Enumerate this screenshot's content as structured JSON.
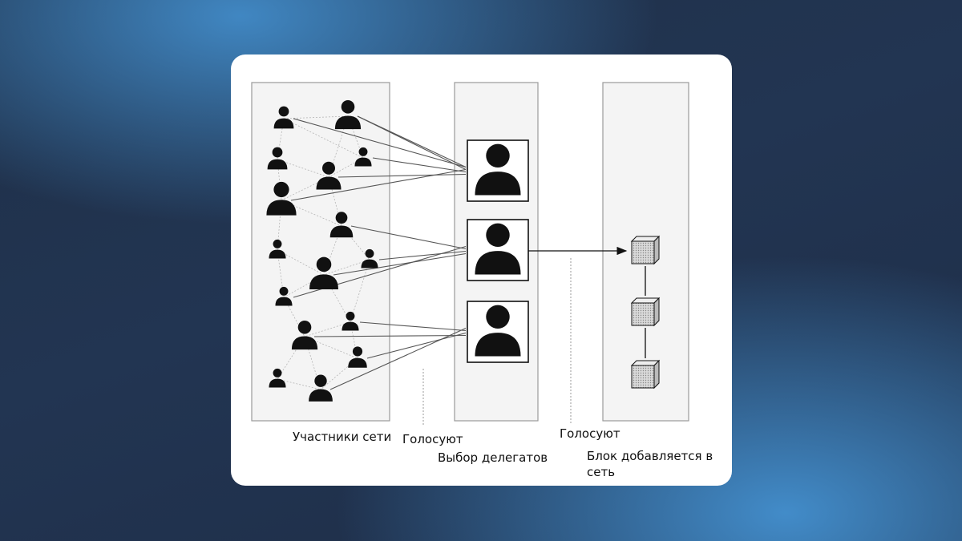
{
  "labels": {
    "participants": "Участники сети",
    "vote_left": "Голосуют",
    "delegates": "Выбор делегатов",
    "vote_right": "Голосуют",
    "block_added": "Блок добавляется в сеть"
  },
  "colors": {
    "panel_fill": "#f4f4f4",
    "panel_stroke": "#9a9a9a",
    "ink": "#111111",
    "block_fill": "#d9d9d9"
  },
  "icons": {
    "participant": "person-icon",
    "delegate": "person-icon",
    "block": "cube-icon"
  },
  "counts": {
    "participants": 16,
    "delegates": 3,
    "blocks": 3
  }
}
